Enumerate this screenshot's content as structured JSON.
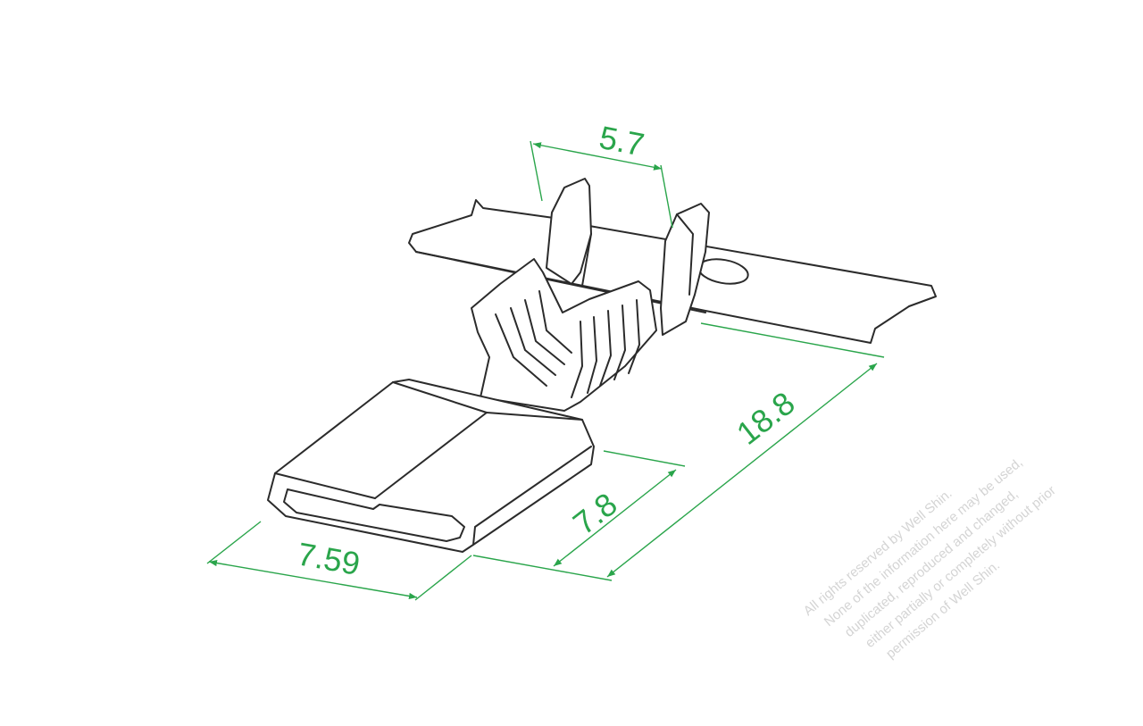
{
  "dimensions": {
    "pin_width": "5.7",
    "overall_length": "18.8",
    "receptacle_length": "7.8",
    "receptacle_width": "7.59"
  },
  "watermark": {
    "lines": [
      "All rights reserved by Well Shin.",
      "None of the information here may be used,",
      "duplicated, reproduced and changed,",
      "either partially or completely without prior",
      "permission of Well Shin."
    ]
  },
  "colors": {
    "dimension": "#2aa54b",
    "outline": "#2b2b2b",
    "watermark": "#d4d4d4"
  }
}
